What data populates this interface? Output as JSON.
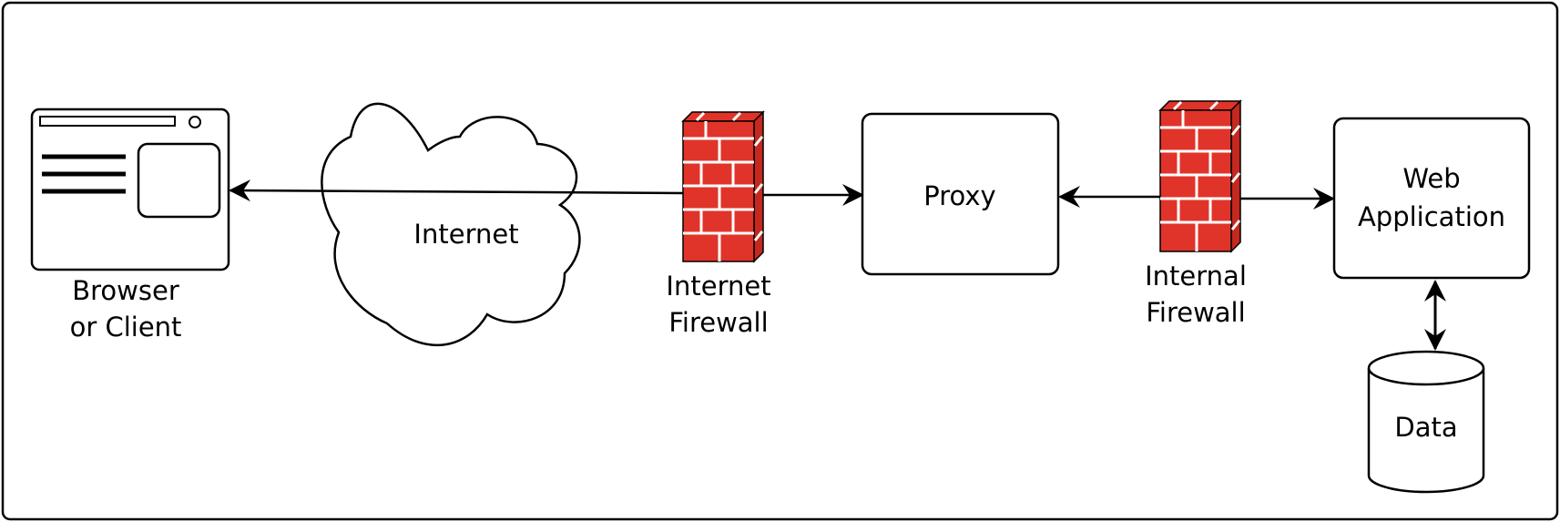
{
  "nodes": {
    "browser": {
      "label_line1": "Browser",
      "label_line2": "or Client"
    },
    "internet": {
      "label": "Internet"
    },
    "internet_firewall": {
      "label_line1": "Internet",
      "label_line2": "Firewall"
    },
    "proxy": {
      "label": "Proxy"
    },
    "internal_firewall": {
      "label_line1": "Internal",
      "label_line2": "Firewall"
    },
    "web_app": {
      "label_line1": "Web",
      "label_line2": "Application"
    },
    "data": {
      "label": "Data"
    }
  },
  "colors": {
    "firewall_brick": "#e0342a",
    "firewall_mortar": "#ffffff",
    "stroke": "#000000",
    "background": "#ffffff"
  }
}
